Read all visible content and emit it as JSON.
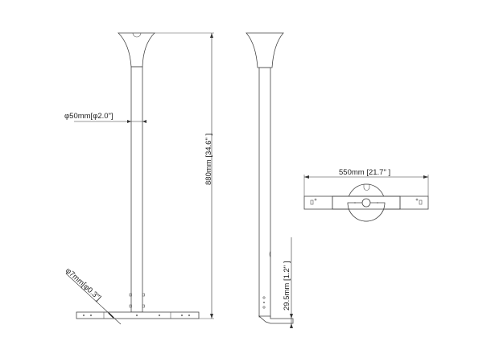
{
  "dimensions": {
    "tube_diameter": "φ50mm[φ2.0\"]",
    "total_height": "880mm [34.6\"  ]",
    "hole_diameter": "φ7mm[φ0.3\"]",
    "bracket_width": "550mm [21.7\"  ]",
    "adjust_height": "29.5mm [1.2\"  ]"
  },
  "colors": {
    "line": "#444444",
    "background": "#ffffff"
  }
}
